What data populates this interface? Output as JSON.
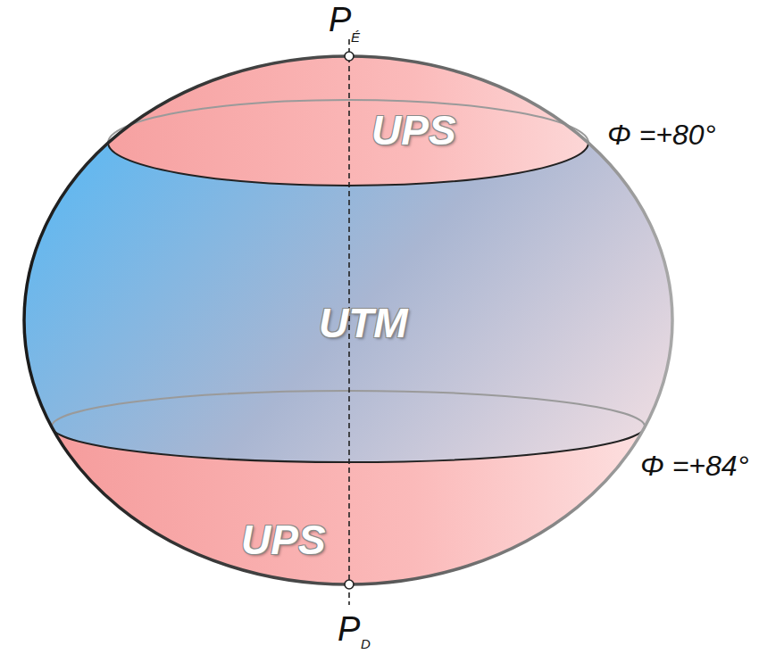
{
  "diagram": {
    "nodes": [
      {
        "text": [
          "UPS"
        ]
      },
      {
        "text": [
          "UTM"
        ]
      },
      {
        "text": [
          "UPS"
        ]
      }
    ],
    "labels": [
      "P",
      "É",
      "Φ =+80°",
      "Φ =+84°",
      "P",
      "D"
    ]
  }
}
